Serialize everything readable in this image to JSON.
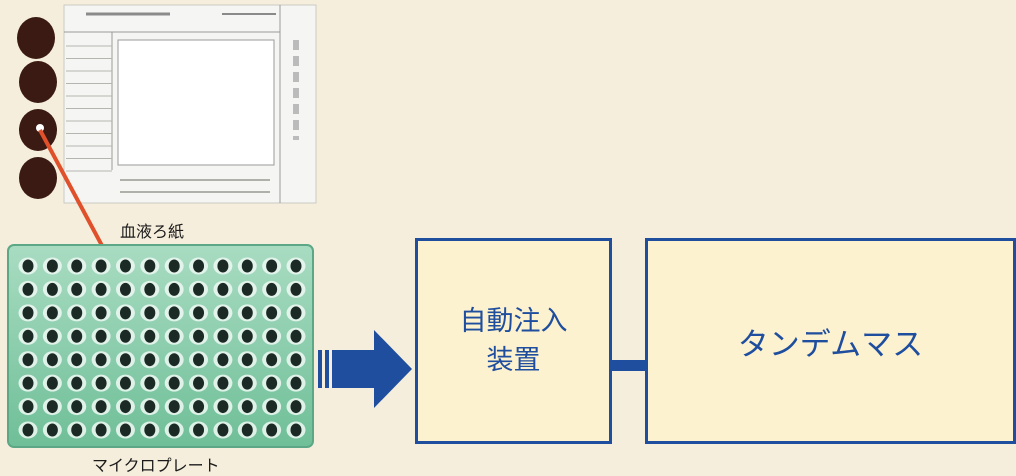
{
  "background_color": "#f6eedc",
  "accent_color": "#1f4e9e",
  "box_fill_color": "#fdf2cf",
  "pointer_color": "#e0502a",
  "filter_paper": {
    "label": "血液ろ紙",
    "blood_spot_count": 4,
    "punched_spot_index": 3
  },
  "microplate": {
    "label": "マイクロプレート",
    "rows": 8,
    "columns": 12,
    "color": "#8fd1b0"
  },
  "autosampler": {
    "label_line1": "自動注入",
    "label_line2": "装置"
  },
  "tandem_ms": {
    "label": "タンデムマス"
  },
  "icons": [
    "blood-spot-icon",
    "filter-paper-form-icon",
    "red-pointer-arrow",
    "microplate-icon",
    "blue-flow-arrow-icon",
    "connector-line"
  ]
}
